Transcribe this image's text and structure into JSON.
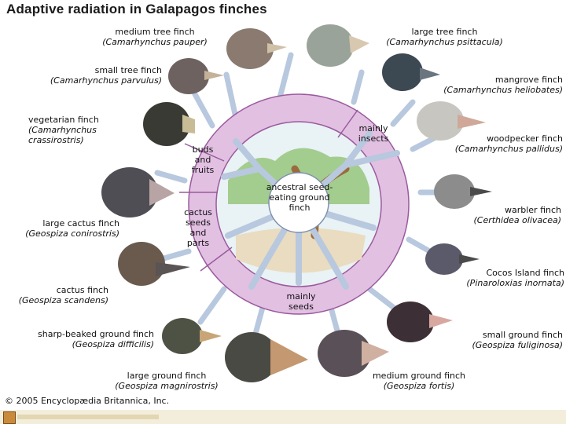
{
  "title": "Adaptive radiation in Galapagos finches",
  "center_label": "ancestral seed-eating ground finch",
  "ring_labels": {
    "insects": "mainly insects",
    "buds": "buds and fruits",
    "cactus": "cactus seeds and parts",
    "seeds": "mainly seeds"
  },
  "finches": [
    {
      "name": "medium tree finch",
      "sci": "(Camarhynchus pauper)"
    },
    {
      "name": "large tree finch",
      "sci": "(Camarhynchus psittacula)"
    },
    {
      "name": "small tree finch",
      "sci": "(Camarhynchus parvulus)"
    },
    {
      "name": "mangrove finch",
      "sci": "(Camarhynchus heliobates)"
    },
    {
      "name": "vegetarian finch",
      "sci": "(Camarhynchus crassirostris)"
    },
    {
      "name": "woodpecker finch",
      "sci": "(Camarhynchus pallidus)"
    },
    {
      "name": "large cactus finch",
      "sci": "(Geospiza conirostris)"
    },
    {
      "name": "warbler finch",
      "sci": "(Certhidea olivacea)"
    },
    {
      "name": "cactus finch",
      "sci": "(Geospiza scandens)"
    },
    {
      "name": "Cocos Island finch",
      "sci": "(Pinaroloxias inornata)"
    },
    {
      "name": "sharp-beaked ground finch",
      "sci": "(Geospiza difficilis)"
    },
    {
      "name": "small ground finch",
      "sci": "(Geospiza fuliginosa)"
    },
    {
      "name": "large ground finch",
      "sci": "(Geospiza magnirostris)"
    },
    {
      "name": "medium ground finch",
      "sci": "(Geospiza fortis)"
    }
  ],
  "copyright": "© 2005 Encyclopædia Britannica, Inc.",
  "colors": {
    "ring": "#e2c0e2",
    "ring_edge": "#9a5a9e",
    "branch": "#b8c8de",
    "branch_edge": "#7d8fae"
  }
}
